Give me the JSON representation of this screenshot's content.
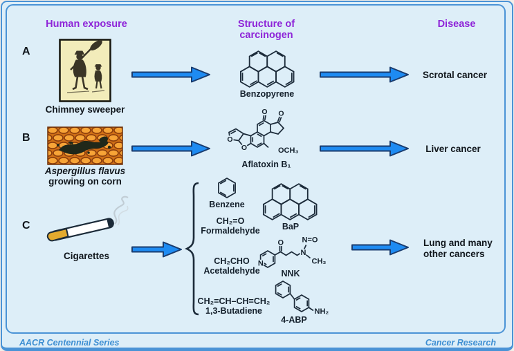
{
  "colors": {
    "panel_bg": "#ddeef8",
    "frame_blue": "#4a93d6",
    "header_purple": "#8e24d8",
    "arrow_fill": "#1e8bf2",
    "arrow_stroke": "#1a3c6e",
    "structure_ink": "#1c2b3a",
    "footer_blue": "#3d8ed2"
  },
  "headers": {
    "exposure": "Human exposure",
    "structure": "Structure of\ncarcinogen",
    "disease": "Disease"
  },
  "rows": {
    "a": {
      "label": "A",
      "caption": "Chimney sweeper",
      "structure_label": "Benzopyrene",
      "disease": "Scrotal cancer"
    },
    "b": {
      "label": "B",
      "caption_line1": "Aspergillus flavus",
      "caption_line2": "growing on corn",
      "structure_label": "Aflatoxin B₁",
      "disease": "Liver cancer"
    },
    "c": {
      "label": "C",
      "caption": "Cigarettes",
      "disease": "Lung and many\nother cancers",
      "compounds": {
        "benzene": {
          "name": "Benzene"
        },
        "formaldehyde": {
          "formula": "CH₂=O",
          "name": "Formaldehyde"
        },
        "bap": {
          "name": "BaP"
        },
        "acetaldehyde": {
          "formula": "CH₂CHO",
          "name": "Acetaldehyde"
        },
        "nnk": {
          "name": "NNK"
        },
        "butadiene": {
          "formula": "CH₂=CH–CH=CH₂",
          "name": "1,3-Butadiene"
        },
        "abp": {
          "name": "4-ABP"
        }
      }
    }
  },
  "atoms": {
    "o": "O",
    "n": "N",
    "n_eq_o": "N=O",
    "ch3": "CH₃",
    "och3": "OCH₃",
    "nh2": "NH₂"
  },
  "footer": {
    "left": "AACR Centennial Series",
    "right": "Cancer Research"
  }
}
